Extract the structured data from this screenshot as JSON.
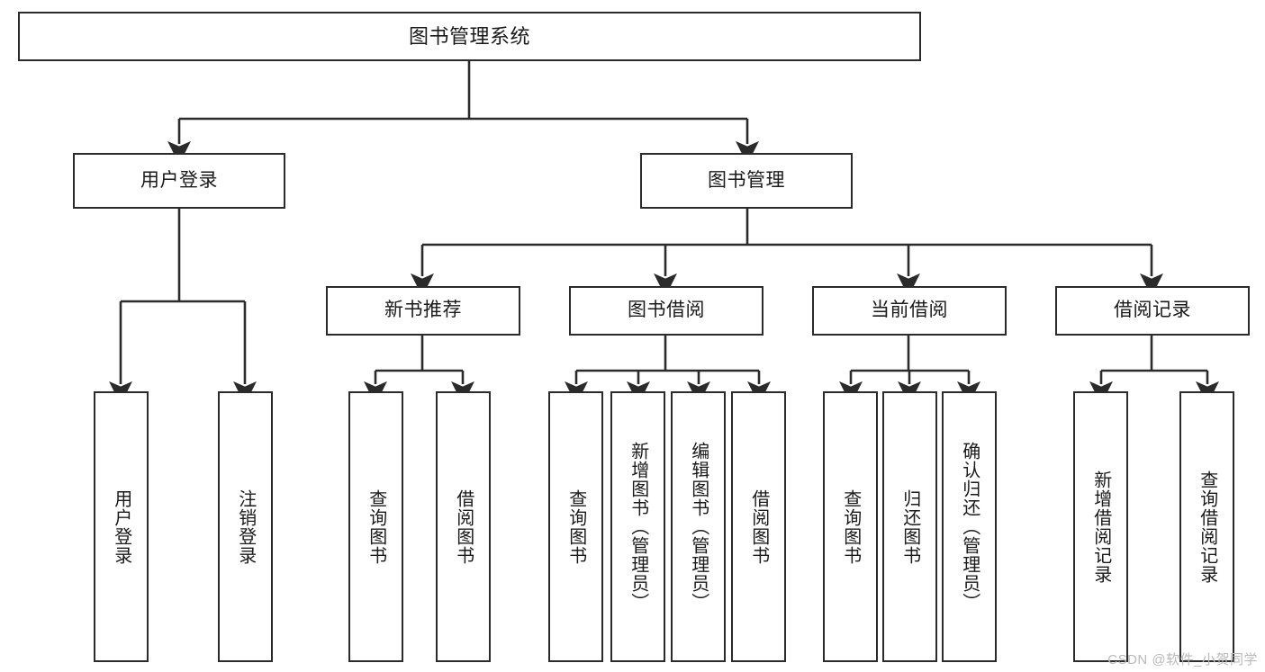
{
  "diagram": {
    "type": "tree",
    "title": "图书管理系统",
    "watermark": "CSDN @软件_小贺同学",
    "colors": {
      "box_border": "#2b2b2b",
      "box_fill": "#ffffff",
      "connector": "#2b2b2b",
      "text": "#1a1a1a",
      "watermark": "#b9b9b9",
      "background": "#ffffff"
    },
    "levels": {
      "root": {
        "label": "图书管理系统"
      },
      "level2": [
        {
          "label": "用户登录"
        },
        {
          "label": "图书管理"
        }
      ],
      "level3": [
        {
          "label": "新书推荐"
        },
        {
          "label": "图书借阅"
        },
        {
          "label": "当前借阅"
        },
        {
          "label": "借阅记录"
        }
      ],
      "leaves": {
        "user_login": [
          {
            "label": "用户登录"
          },
          {
            "label": "注销登录"
          }
        ],
        "new_book_recommend": [
          {
            "label": "查询图书"
          },
          {
            "label": "借阅图书"
          }
        ],
        "book_borrow": [
          {
            "label": "查询图书"
          },
          {
            "label": "新增图书（管理员）"
          },
          {
            "label": "编辑图书（管理员）"
          },
          {
            "label": "借阅图书"
          }
        ],
        "current_borrow": [
          {
            "label": "查询图书"
          },
          {
            "label": "归还图书"
          },
          {
            "label": "确认归还（管理员）"
          }
        ],
        "borrow_record": [
          {
            "label": "新增借阅记录"
          },
          {
            "label": "查询借阅记录"
          }
        ]
      }
    }
  }
}
